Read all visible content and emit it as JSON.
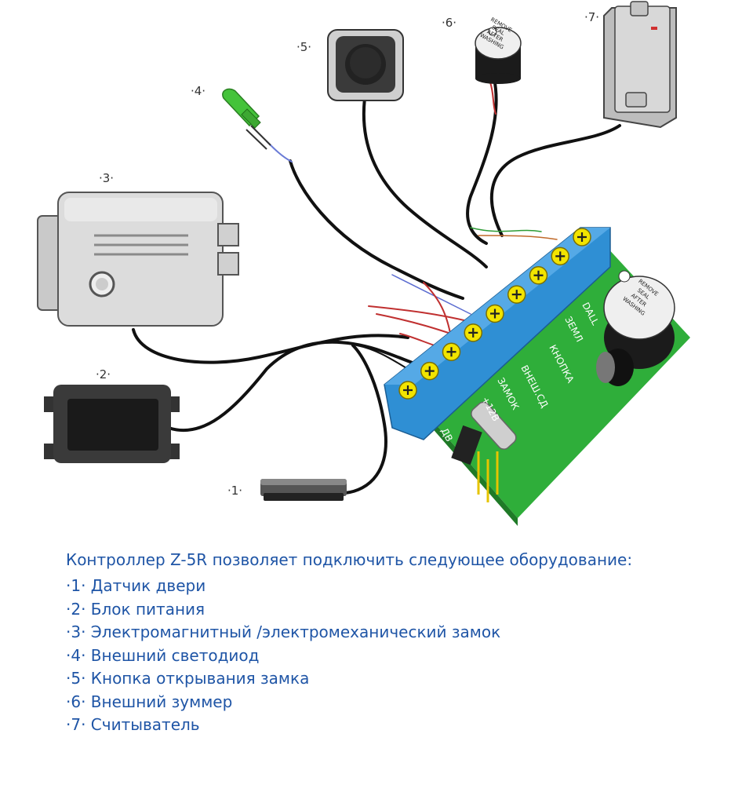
{
  "colors": {
    "accent": "#1f55a6",
    "board": "#2fae3a",
    "terminal": "#2f8fd4",
    "screw": "#f2e400",
    "wire": "#111111"
  },
  "devices": [
    {
      "id": "1",
      "mark": "·1·",
      "name": "door-sensor"
    },
    {
      "id": "2",
      "mark": "·2·",
      "name": "power-supply"
    },
    {
      "id": "3",
      "mark": "·3·",
      "name": "lock"
    },
    {
      "id": "4",
      "mark": "·4·",
      "name": "led"
    },
    {
      "id": "5",
      "mark": "·5·",
      "name": "button"
    },
    {
      "id": "6",
      "mark": "·6·",
      "name": "buzzer"
    },
    {
      "id": "7",
      "mark": "·7·",
      "name": "reader"
    }
  ],
  "board": {
    "labels": [
      "DALL",
      "ЗЕМЛ",
      "КНОПКА",
      "ВНЕШ.СД",
      "ЗАМОК",
      "+12В",
      "ДВ"
    ],
    "buzzer_text": [
      "REMOVE",
      "SEAL",
      "AFTER",
      "WASHING"
    ]
  },
  "caption": {
    "title": "Контроллер Z-5R позволяет подключить следующее оборудование:",
    "items": [
      "·1· Датчик двери",
      "·2· Блок питания",
      "·3· Электромагнитный /электромеханический замок",
      "·4· Внешний светодиод",
      "·5· Кнопка открывания замка",
      "·6· Внешний зуммер",
      "·7· Считыватель"
    ]
  }
}
